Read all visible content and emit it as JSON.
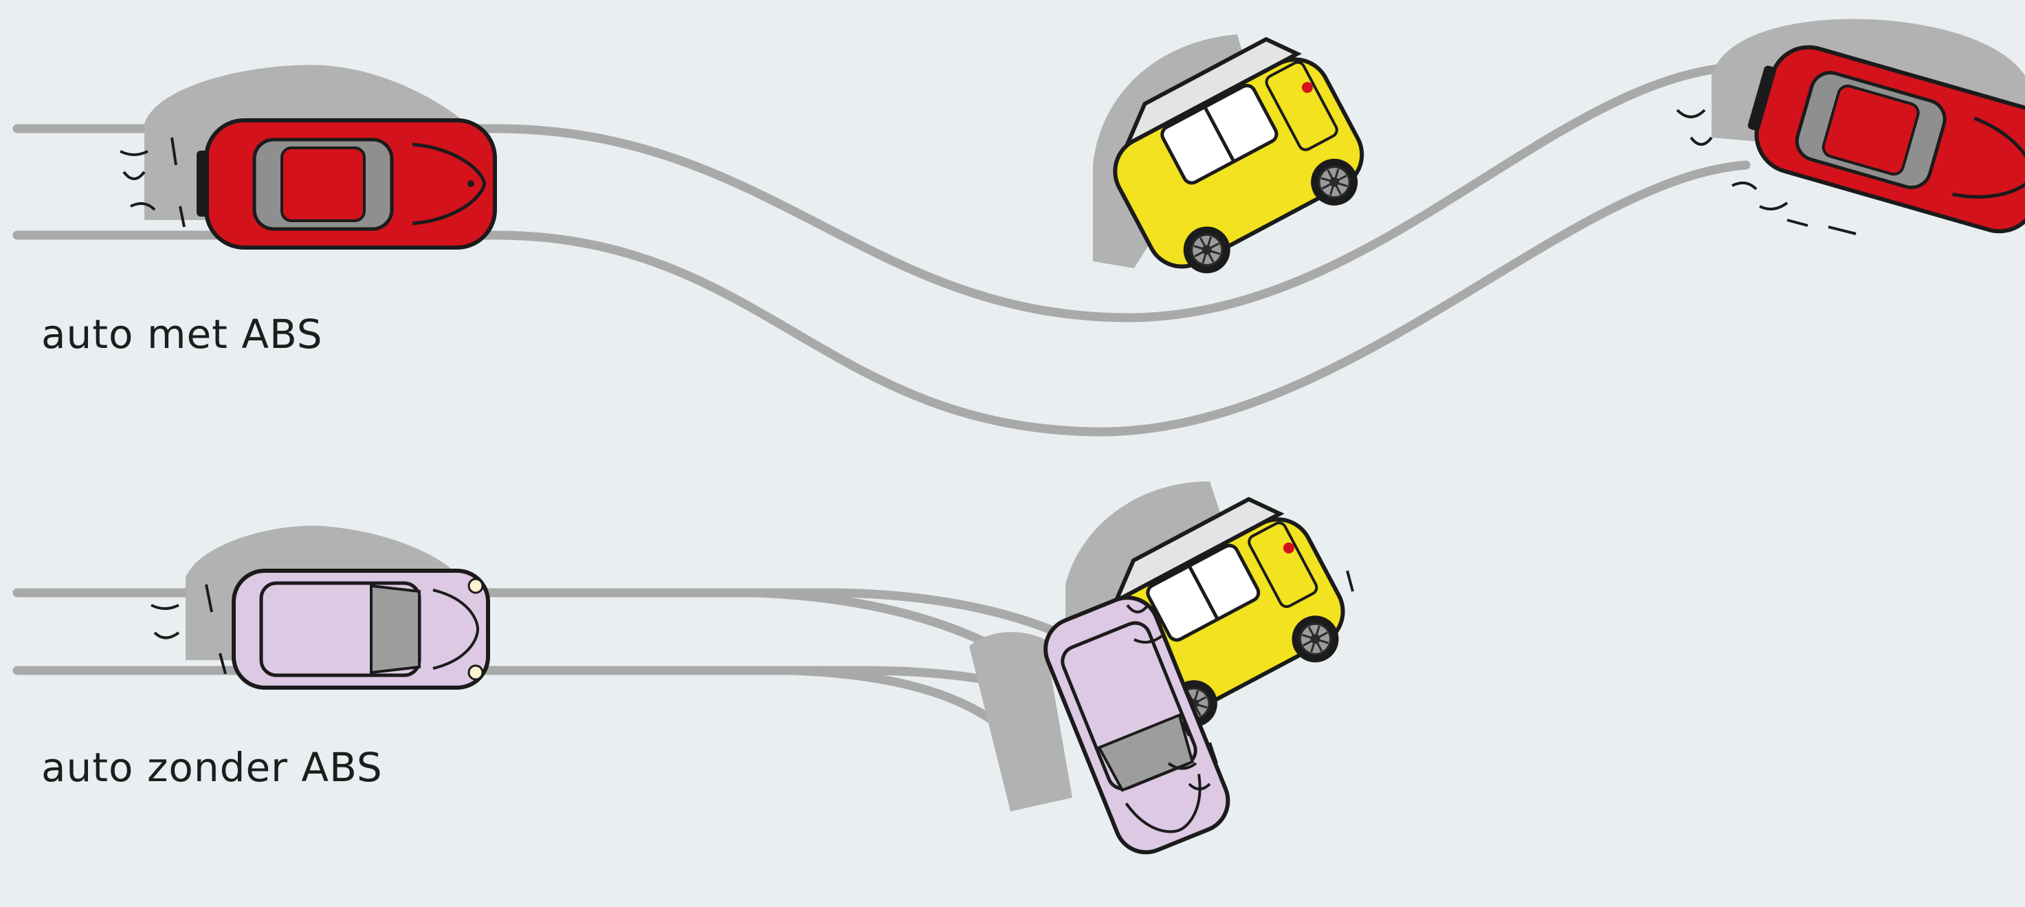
{
  "captions": {
    "with_abs": "auto met ABS",
    "without_abs": "auto zonder ABS"
  },
  "colors": {
    "background": "#e9eff1",
    "skid_marks": "#a9a9a9",
    "shadow": "#b2b2b2",
    "red_car": "#d4121b",
    "yellow_car": "#f2e21f",
    "lilac_car": "#ddc9e3"
  },
  "scene": {
    "with_abs": {
      "vehicle": "red-car",
      "obstacle": "yellow-car",
      "outcome": "swerves around obstacle"
    },
    "without_abs": {
      "vehicle": "lilac-car",
      "obstacle": "yellow-car",
      "outcome": "collides with obstacle"
    }
  }
}
